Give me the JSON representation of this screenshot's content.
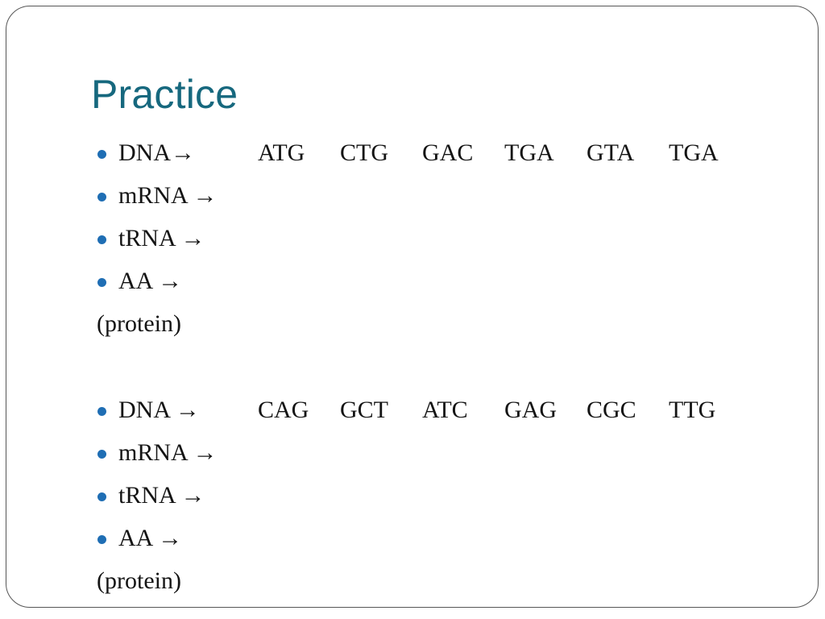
{
  "slide": {
    "title": "Practice",
    "title_color": "#16687e",
    "bullet_color": "#1f6eb4",
    "border_color": "#565656",
    "background_color": "#ffffff",
    "text_color": "#141414"
  },
  "groups": [
    {
      "id": "group-1",
      "lines": [
        {
          "label": "DNA→",
          "codons": [
            "ATG",
            "CTG",
            "GAC",
            "TGA",
            "GTA",
            "TGA"
          ],
          "bulleted": true
        },
        {
          "label": "mRNA →",
          "codons": [],
          "bulleted": true
        },
        {
          "label": "tRNA →",
          "codons": [],
          "bulleted": true
        },
        {
          "label": "AA →",
          "codons": [],
          "bulleted": true
        }
      ],
      "footer": "(protein)"
    },
    {
      "id": "group-2",
      "lines": [
        {
          "label": "DNA →",
          "codons": [
            "CAG",
            "GCT",
            "ATC",
            "GAG",
            "CGC",
            "TTG"
          ],
          "bulleted": true
        },
        {
          "label": "mRNA →",
          "codons": [],
          "bulleted": true
        },
        {
          "label": "tRNA →",
          "codons": [],
          "bulleted": true
        },
        {
          "label": "AA →",
          "codons": [],
          "bulleted": true
        }
      ],
      "footer": "(protein)"
    }
  ]
}
